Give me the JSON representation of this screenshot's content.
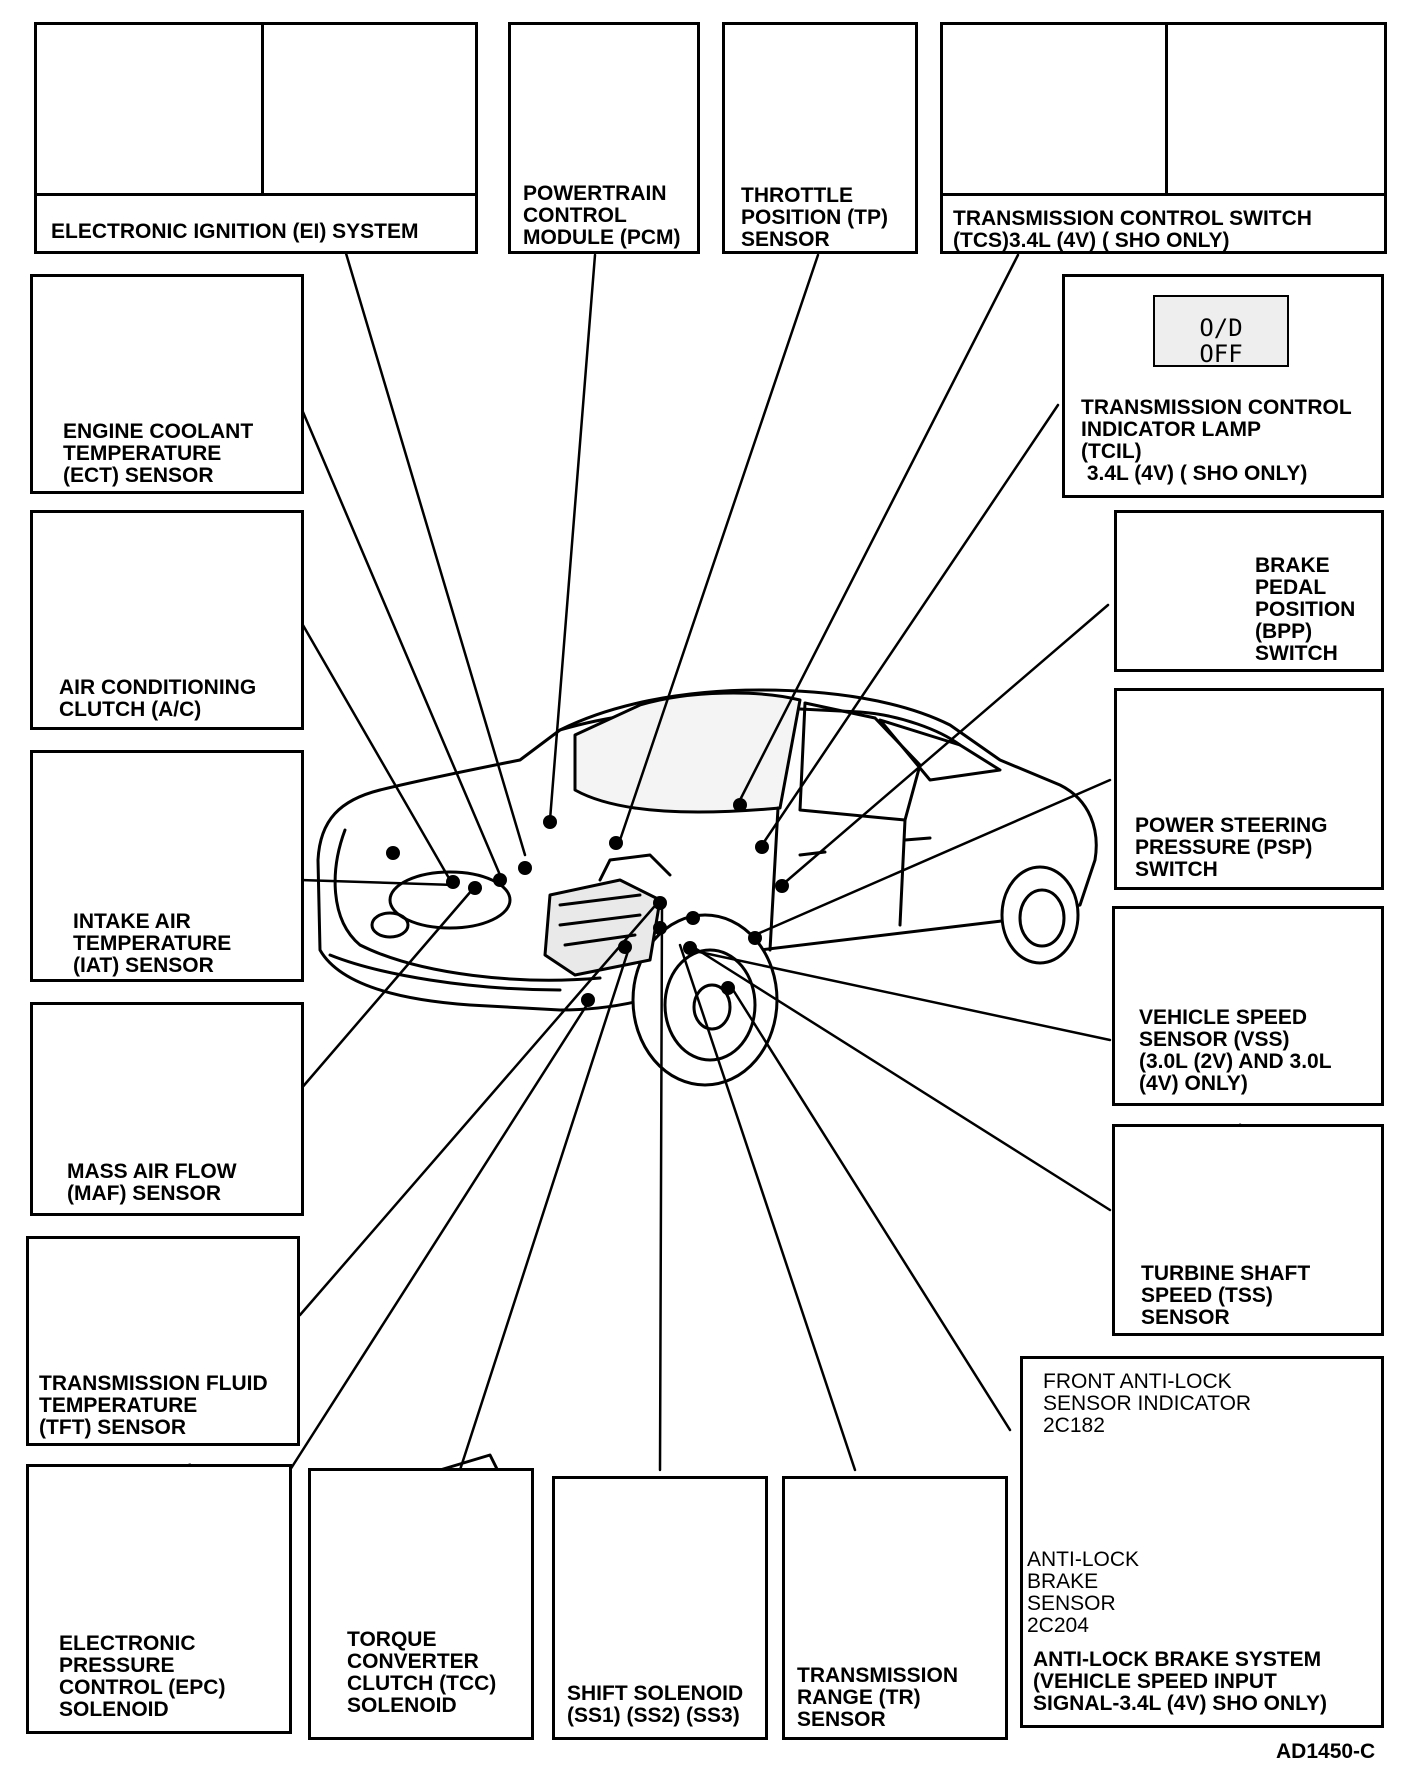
{
  "components": {
    "ei": "ELECTRONIC IGNITION (EI) SYSTEM",
    "pcm": "POWERTRAIN\nCONTROL\nMODULE (PCM)",
    "tp": "THROTTLE\nPOSITION (TP)\nSENSOR",
    "tcs": "TRANSMISSION CONTROL SWITCH\n(TCS)3.4L (4V) ( SHO ONLY)",
    "ect": "ENGINE COOLANT\nTEMPERATURE\n(ECT) SENSOR",
    "tcil": "TRANSMISSION CONTROL\nINDICATOR LAMP\n(TCIL)\n 3.4L (4V) ( SHO ONLY)",
    "od_display": "O/D\nOFF",
    "ac": "AIR CONDITIONING\nCLUTCH (A/C)",
    "bpp": "BRAKE\nPEDAL\nPOSITION\n(BPP)\nSWITCH",
    "iat": "INTAKE AIR\nTEMPERATURE\n(IAT) SENSOR",
    "psp": "POWER STEERING\nPRESSURE (PSP)\nSWITCH",
    "maf": "MASS AIR FLOW\n(MAF) SENSOR",
    "vss": "VEHICLE SPEED\nSENSOR (VSS)\n(3.0L (2V) AND 3.0L\n(4V) ONLY)",
    "tft": "TRANSMISSION FLUID\nTEMPERATURE\n(TFT) SENSOR",
    "tss": "TURBINE SHAFT\nSPEED (TSS)\nSENSOR",
    "epc": "ELECTRONIC\nPRESSURE\nCONTROL (EPC)\nSOLENOID",
    "tcc": "TORQUE\nCONVERTER\nCLUTCH (TCC)\nSOLENOID",
    "ss": "SHIFT SOLENOID\n(SS1) (SS2) (SS3)",
    "tr": "TRANSMISSION\nRANGE (TR)\nSENSOR",
    "abs_front_indicator": "FRONT ANTI-LOCK\nSENSOR INDICATOR\n2C182",
    "abs_sensor": "ANTI-LOCK\nBRAKE\nSENSOR\n2C204",
    "abs": "ANTI-LOCK BRAKE SYSTEM\n(VEHICLE SPEED INPUT\nSIGNAL-3.4L (4V) SHO ONLY)"
  },
  "figure_code": "AD1450-C"
}
